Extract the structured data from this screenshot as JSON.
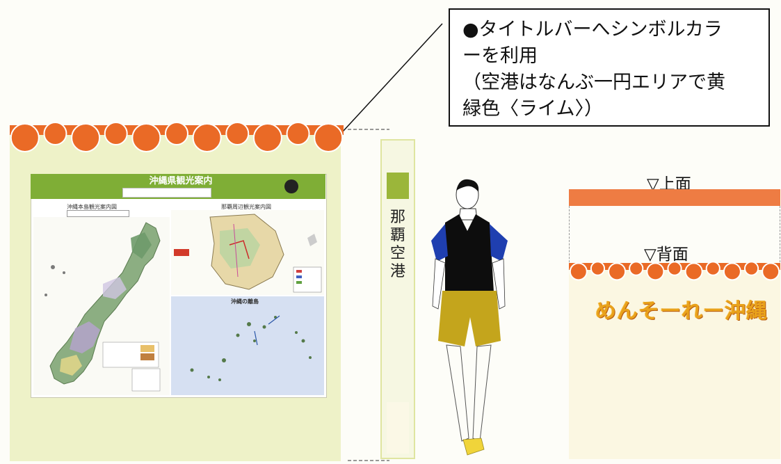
{
  "note": {
    "lines": [
      "●タイトルバーへシンボルカラ",
      "ーを利用",
      "（空港はなんぶ一円エリアで黄",
      "緑色〈ライム〉）"
    ]
  },
  "poster": {
    "title": "沖縄県観光案内",
    "left_map_title": "沖縄本島観光案内図",
    "right_top_map_title": "那覇周辺観光案内図",
    "right_bottom_map_title": "沖縄の離島"
  },
  "vertical_sign": {
    "chars": [
      "那",
      "覇",
      "空",
      "港"
    ]
  },
  "labels": {
    "top": "▽上面",
    "back": "▽背面"
  },
  "slogan": "めんそーれー沖縄",
  "colors": {
    "awning": "#ea6a26",
    "title_bar": "#7fae36",
    "panel": "#eef2c8",
    "sign_accent": "#9bb63a",
    "slogan": "#e9a21b"
  }
}
